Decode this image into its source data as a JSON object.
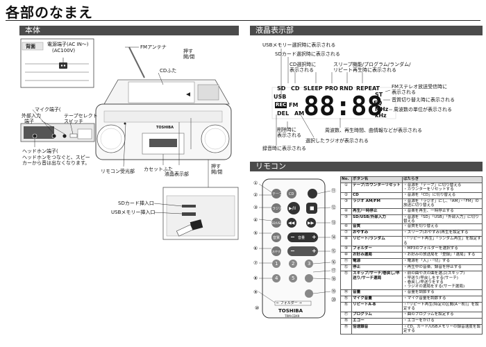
{
  "page_title": "各部のなまえ",
  "sections": {
    "body": "本体",
    "lcd": "液晶表示部",
    "remote": "リモコン"
  },
  "body_labels": {
    "back": "背面",
    "power_terminal_1": "電源端子(AC IN～)",
    "power_terminal_2": "(AC100V)",
    "fm_antenna": "FMアンテナ",
    "push_open_1_a": "押す",
    "push_open_1_b": "開/閉",
    "cd_lid": "CDふた",
    "mic_terminal": "マイク端子(",
    "ext_input_1": "外部入力",
    "ext_input_2": "端子",
    "tape_select_1": "テープセレクト",
    "tape_select_2": "スイッチ",
    "headphone_title": "ヘッドホン端子(",
    "headphone_note_1": "ヘッドホンをつなぐと、スピー",
    "headphone_note_2": "カーから音は出なくなります。",
    "remote_receiver": "リモコン受光部",
    "cassette_lid": "カセットふた",
    "lcd_display": "液晶表示部",
    "push_open_2_a": "押す",
    "push_open_2_b": "開/閉",
    "sd_slot": "SDカード挿入口",
    "usb_slot": "USBメモリー挿入口",
    "brand": "TOSHIBA"
  },
  "lcd_labels": {
    "usb_shown": "USBメモリー選択時に表示される",
    "sd_shown": "SDカード選択時に表示される",
    "cd_shown_1": "CD選択時に",
    "cd_shown_2": "表示される",
    "sleep_shown_1": "スリープ機能/プログラム/ランダム/",
    "sleep_shown_2": "リピート再生時に表示される",
    "fm_stereo_1": "FMステレオ放送受信時に",
    "fm_stereo_2": "表示される",
    "sound_switch": "音質切り替え時に表示される",
    "freq_unit": "周波数の単位が表示される",
    "delete_1": "削除時に",
    "delete_2": "表示される",
    "rec_shown": "録音時に表示される",
    "freq_time": "周波数、再生時間、曲情報などが表示される",
    "radio_selected": "選択したラジオが表示される",
    "seg": {
      "sd": "SD",
      "cd": "CD",
      "sleep": "SLEEP",
      "pro": "PRO",
      "rnd": "RND",
      "repeat": "REPEAT",
      "usb": "USB",
      "rec": "REC",
      "fm": "FM",
      "am": "AM",
      "del": "DEL",
      "st": "ST",
      "eq": "EQ",
      "mhz": "MHz",
      "khz": "kHz",
      "digits": "88:88"
    }
  },
  "remote": {
    "callouts": [
      "①",
      "②",
      "③",
      "④",
      "⑤",
      "⑥",
      "⑦",
      "⑧",
      "⑨",
      "⑩",
      "⑪",
      "⑫",
      "⑬",
      "⑭",
      "⑮",
      "⑯",
      "⑰",
      "⑱",
      "⑲",
      "⑳"
    ],
    "btn_labels": {
      "tape": "テープ",
      "cd": "CD",
      "radio": "ラジオ",
      "play": "▶/II",
      "stop": "■",
      "sd_usb": "SD/USB",
      "prev": "◀◀",
      "next": "▶▶",
      "sound": "音質",
      "vol_minus": "−",
      "vol_plus": "+",
      "vol": "音量",
      "sleep": "おやすみ",
      "repeat_minus": "−",
      "repeat_plus": "+",
      "n1": "1",
      "n2": "2",
      "n3": "3",
      "n4": "4",
      "n5": "5",
      "folder": "← フォルダー →",
      "brand": "TOSHIBA",
      "model": "TRM-CDX9"
    }
  },
  "table": {
    "headers": [
      "No.",
      "ボタン名",
      "はたらき"
    ],
    "rows": [
      {
        "no": "①",
        "name": "テープ/カウンターリセット",
        "func": "・音源を「テープ」に切り替える\n・カウンターをリセットする"
      },
      {
        "no": "②",
        "name": "CD",
        "func": "・音源を「CD」に切り替える"
      },
      {
        "no": "③",
        "name": "ラジオ AM/FM",
        "func": "・音源を「ラジオ」にし、「AM」・「FM」の放送に切り替える"
      },
      {
        "no": "④",
        "name": "再生/一時停止",
        "func": "・音楽を再生、一時停止する"
      },
      {
        "no": "⑤",
        "name": "SD/USB/外部入力",
        "func": "・音源を「SD」「USB」「外部入力」に切り替える"
      },
      {
        "no": "⑥",
        "name": "音質",
        "func": "・音質を切り替える"
      },
      {
        "no": "⑦",
        "name": "おやすみ",
        "func": "・スリープ(おやすみ)再生を設定する"
      },
      {
        "no": "⑧",
        "name": "リピート/ランダム",
        "func": "・「リピート再生」「ランダム再生」を設定する"
      },
      {
        "no": "⑨",
        "name": "フォルダー",
        "func": "・MP3のフォルダーを選択する"
      },
      {
        "no": "⑩",
        "name": "お好み選局",
        "func": "・お好みの放送局を「登録」「選局」する"
      },
      {
        "no": "⑪",
        "name": "電源",
        "func": "・電源を「入」・「切」する"
      },
      {
        "no": "⑫",
        "name": "停止",
        "func": "・再生中の音楽、録音を停止する"
      },
      {
        "no": "⑬",
        "name": "スキップ/サーチ/巻戻し/早送り/サーチ選局",
        "func": "・前の曲や次の曲を選ぶ(スキップ)\n・早送り/早戻しをする(サーチ)\n・巻戻し/早送りをする\n・ラジオの選局をする(サーチ選局)"
      },
      {
        "no": "⑭",
        "name": "音量",
        "func": "・音量を調節する"
      },
      {
        "no": "⑮",
        "name": "マイク音量",
        "func": "・マイク音量を調節する"
      },
      {
        "no": "⑯",
        "name": "リピートA-B",
        "func": "・「リピート再生(特定の区間(A－B))」を設定する"
      },
      {
        "no": "⑰",
        "name": "プログラム",
        "func": "・曲のプログラムを設定する"
      },
      {
        "no": "⑱",
        "name": "エコー",
        "func": "・エコーをかける"
      },
      {
        "no": "⑲",
        "name": "倍速録音",
        "func": "・CD、カード/USBメモリーの録音速度を設定する"
      }
    ]
  }
}
